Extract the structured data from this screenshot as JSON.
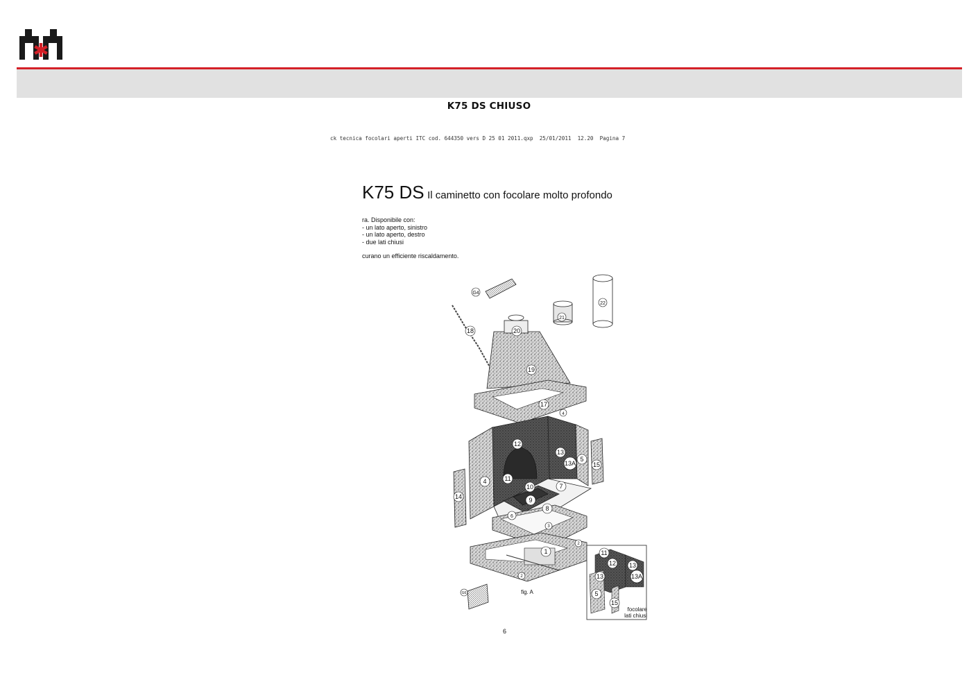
{
  "header": {
    "logo_icon": "company-logo-icon",
    "accent_color": "#d42027",
    "band_color": "#e1e1e1"
  },
  "doc_title": "K75 DS CHIUSO",
  "file_header": "ck tecnica focolari aperti ITC cod. 644350 vers D 25 01 2011.qxp  25/01/2011  12.20  Pagina 7",
  "product": {
    "model": "K75 DS",
    "subtitle": "Il caminetto con focolare molto profondo"
  },
  "description": {
    "line1": "ra. Disponibile con:",
    "line2": "- un lato aperto, sinistro",
    "line3": "- un lato aperto, destro",
    "line4": "- due lati chiusi",
    "line5": "curano un efficiente riscaldamento."
  },
  "diagram": {
    "labels": {
      "l1": "1",
      "l2a": "2",
      "l2b": "2",
      "l3": "3",
      "l4a": "4",
      "l4b": "4",
      "l5": "5",
      "l6": "6",
      "l7": "7",
      "l8": "8",
      "l9": "9",
      "l10": "10",
      "l11": "11",
      "l12": "12",
      "l13": "13",
      "l13a": "13A",
      "l14": "14",
      "l15": "15",
      "l17": "17",
      "l18": "18",
      "l19": "19",
      "l20": "20",
      "l21": "21",
      "l22": "22",
      "g4": "G4",
      "g6": "G6"
    },
    "inset_labels": {
      "l11": "11",
      "l12": "12",
      "l13": "13",
      "l13b": "13",
      "l13a": "13A",
      "l5": "5",
      "l15": "15"
    },
    "fig_caption": "fig. A",
    "inset_caption_1": "focolare",
    "inset_caption_2": "lati chiusi"
  },
  "page_number": "6"
}
